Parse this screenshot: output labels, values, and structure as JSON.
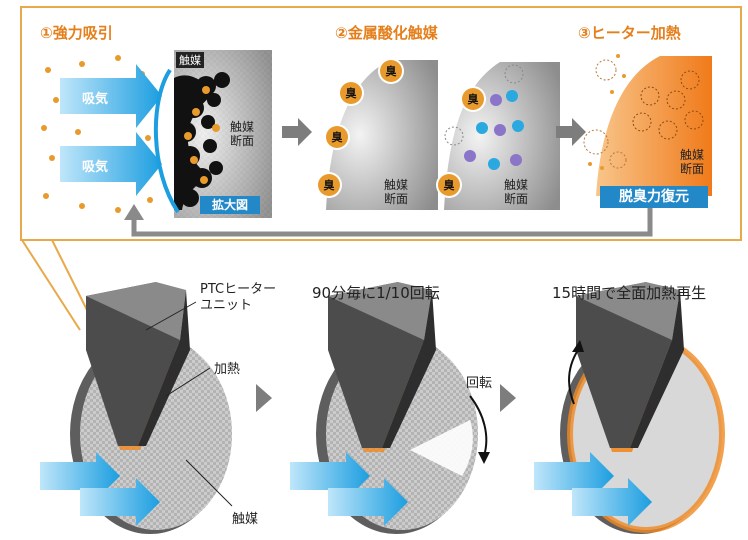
{
  "steps": [
    {
      "number": "①",
      "title": "強力吸引"
    },
    {
      "number": "②",
      "title": "金属酸化触媒"
    },
    {
      "number": "③",
      "title": "ヒーター加熱"
    }
  ],
  "step1": {
    "intake_label": "吸気",
    "catalyst_label": "触媒",
    "catalyst_section_label": "触媒\n断面",
    "zoom_label": "拡大図"
  },
  "step2": {
    "odor_label": "臭",
    "catalyst_section_label": "触媒\n断面"
  },
  "step3": {
    "catalyst_section_label": "触媒\n断面",
    "restore_label": "脱臭力復元"
  },
  "bottom": {
    "titles": [
      "90分毎に1/10回転",
      "15時間で全面加熱再生"
    ],
    "ptc_label": "PTCヒーター\nユニット",
    "heat_label": "加熱",
    "catalyst_label": "触媒",
    "rotate_label": "回転"
  },
  "colors": {
    "accent_orange": "#e57f1c",
    "panel_border": "#e8a94a",
    "arrow_blue": "#2aa8e0",
    "restore_bg": "#2288c8"
  }
}
